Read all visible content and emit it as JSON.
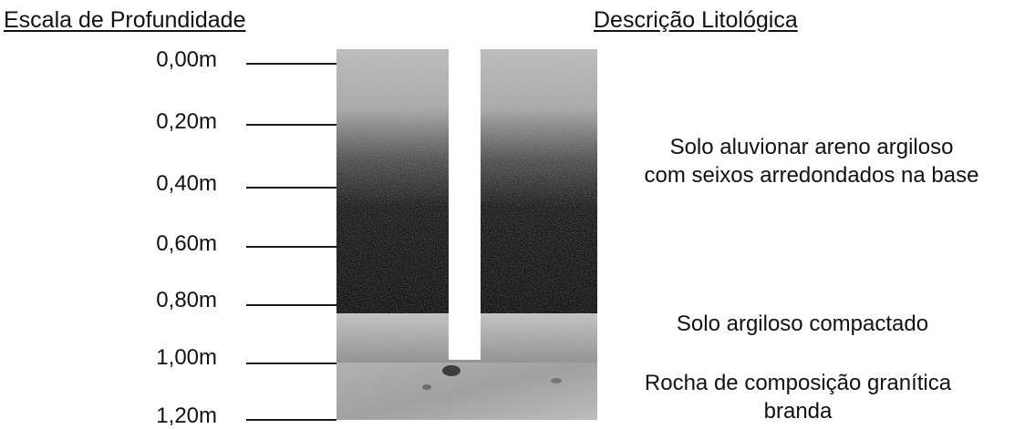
{
  "headings": {
    "depth_scale": "Escala de Profundidade",
    "lithology": "Descrição Litológica"
  },
  "depth_ticks": [
    "0,00m",
    "0,20m",
    "0,40m",
    "0,60m",
    "0,80m",
    "1,00m",
    "1,20m"
  ],
  "layers": [
    {
      "label": "Solo aluvionar areno argiloso com seixos arredondados na base",
      "color": "#0c0c0c"
    },
    {
      "label": "Solo argiloso compactado",
      "color": "#9a9a9a"
    },
    {
      "label": "Rocha de composição granítica branda",
      "color": "#a6a6a6"
    }
  ],
  "lithology_text": {
    "layer1_line1": "Solo aluvionar areno argiloso",
    "layer1_line2": "com seixos arredondados na base",
    "layer2": "Solo argiloso compactado",
    "layer3_line1": "Rocha de composição granítica",
    "layer3_line2": "branda"
  }
}
